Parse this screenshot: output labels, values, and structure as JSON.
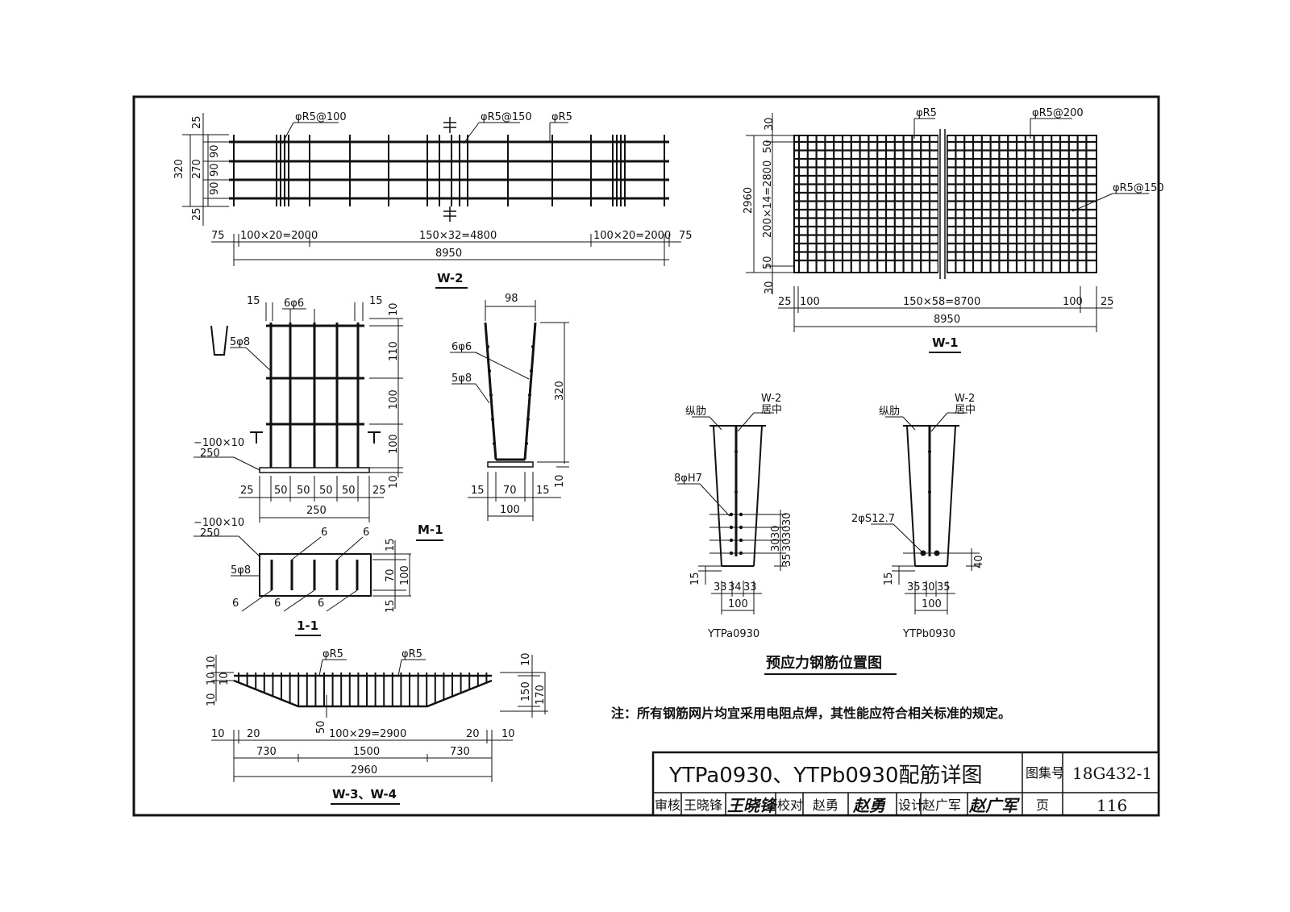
{
  "w2": {
    "title": "W-2",
    "labels": {
      "a": "φR5@100",
      "b": "φR5@150",
      "c": "φR5"
    },
    "left_dims": {
      "top": "25",
      "total": "320",
      "mid": "270",
      "d1": "90",
      "d2": "90",
      "d3": "90",
      "bot": "25"
    },
    "bottom_dims": {
      "l75": "75",
      "s1": "100×20=2000",
      "s2": "150×32=4800",
      "s3": "100×20=2000",
      "r75": "75",
      "total": "8950"
    }
  },
  "w1": {
    "title": "W-1",
    "labels": {
      "a": "φR5",
      "b": "φR5@200",
      "c": "φR5@150"
    },
    "left_dims": {
      "top": "30",
      "d50a": "50",
      "total": "2960",
      "mid": "200×14=2800",
      "d50b": "50",
      "bot": "30"
    },
    "bottom_dims": {
      "l25": "25",
      "l100": "100",
      "mid": "150×58=8700",
      "r100": "100",
      "r25": "25",
      "total": "8950"
    }
  },
  "m1": {
    "title": "M-1",
    "labels": {
      "bars6": "6φ6",
      "bars8": "5φ8",
      "plate_top": "−100×10",
      "plate_bot": "250"
    },
    "dims_top": {
      "l15": "15",
      "r15": "15"
    },
    "dims_right": {
      "d10a": "10",
      "d110": "110",
      "d100a": "100",
      "d100b": "100",
      "d10b": "10"
    },
    "dims_bottom": {
      "a": "25",
      "b": "50",
      "c": "50",
      "d": "50",
      "e": "50",
      "f": "25",
      "total": "250"
    }
  },
  "section": {
    "dims": {
      "top": "98",
      "height": "320",
      "l15": "15",
      "mid": "70",
      "r15": "15",
      "bot": "100",
      "r10": "10"
    },
    "labels": {
      "bars6": "6φ6",
      "bars8": "5φ8"
    }
  },
  "plan11": {
    "title": "1-1",
    "labels": {
      "plate_top": "−100×10",
      "plate_bot": "250",
      "bars8": "5φ8",
      "six": "6"
    },
    "dims": {
      "t15": "15",
      "mid70": "70",
      "total100": "100",
      "b15": "15"
    }
  },
  "w34": {
    "title": "W-3、W-4",
    "labels": {
      "a": "φR5",
      "b": "φR5",
      "fifty": "50"
    },
    "left_dims": {
      "t10": "10",
      "m10": "10",
      "b10": "10",
      "m10b": "10"
    },
    "right_dims": {
      "t10": "10",
      "d150": "150",
      "d170": "170"
    },
    "bottom_dims": {
      "l10": "10",
      "l20": "20",
      "mid": "100×29=2900",
      "r20": "20",
      "r10": "10",
      "a730": "730",
      "b1500": "1500",
      "c730": "730",
      "total": "2960"
    }
  },
  "ytpa": {
    "title": "YTPa0930",
    "labels": {
      "rib": "纵肋",
      "w2": "W-2",
      "center": "居中",
      "strands": "8φH7"
    },
    "dims": {
      "s1": "30",
      "s2": "30",
      "s3": "30",
      "s4": "35",
      "s5": "30",
      "s6": "30",
      "left15": "15",
      "b1": "33",
      "b2": "34",
      "b3": "33",
      "total": "100"
    }
  },
  "ytpb": {
    "title": "YTPb0930",
    "labels": {
      "rib": "纵肋",
      "w2": "W-2",
      "center": "居中",
      "strands": "2φS12.7"
    },
    "dims": {
      "r40": "40",
      "left15": "15",
      "b1": "35",
      "b2": "30",
      "b3": "35",
      "total": "100"
    }
  },
  "prestress_caption": "预应力钢筋位置图",
  "note": "注：所有钢筋网片均宜采用电阻点焊，其性能应符合相关标准的规定。",
  "title_block": {
    "title": "YTPa0930、YTPb0930配筋详图",
    "atlas_label": "图集号",
    "atlas_no": "18G432-1",
    "review_label": "审核",
    "reviewer": "王晓锋",
    "reviewer_sig": "王晓锋",
    "check_label": "校对",
    "checker": "赵勇",
    "checker_sig": "赵勇",
    "design_label": "设计",
    "designer": "赵广军",
    "designer_sig": "赵广军",
    "page_label": "页",
    "page_no": "116"
  }
}
